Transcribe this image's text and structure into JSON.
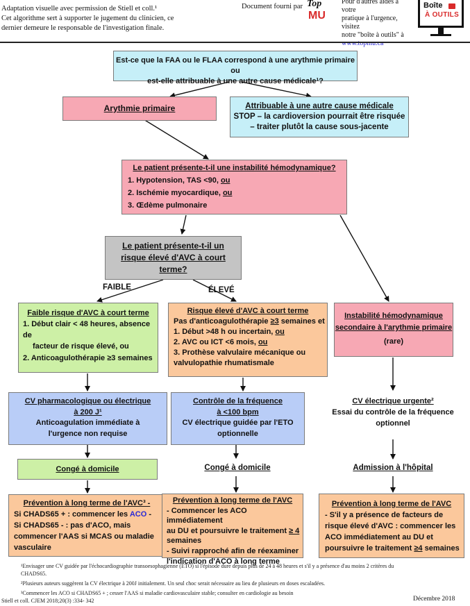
{
  "header": {
    "note_lines": [
      "Adaptation visuelle avec permission de Stiell et coll.¹",
      "Cet algorithme sert à supporter le jugement du clinicien, ce",
      "dernier demeure le responsable de l'investigation finale."
    ],
    "document_label": "Document fourni par",
    "logo_top": "Top",
    "logo_bottom": "MU",
    "promo_lines": [
      "Pour d'autres aides à votre",
      "pratique à l'urgence, visitez",
      "notre \"boîte à outils\" à"
    ],
    "promo_url": "www.topmu.ca",
    "toolbox_line1": "Boîte",
    "toolbox_line2": "À OUTILS"
  },
  "question": {
    "line1": "Est-ce que la FAA ou le FLAA correspond à une arythmie primaire ou",
    "line2": "est-elle attribuable à une autre cause médicale¹?"
  },
  "primary": {
    "title": "Arythmie primaire"
  },
  "other_cause": {
    "title": "Attribuable à une autre cause médicale",
    "line1": "STOP – la cardioversion pourrait être risquée",
    "line2": "– traiter plutôt la cause sous-jacente"
  },
  "instability": {
    "title": "Le patient présente-t-il une instabilité hémodynamique?",
    "items": [
      {
        "text": "1. Hypotension, TAS <90, ",
        "conj": "ou"
      },
      {
        "text": "2. Ischémie myocardique, ",
        "conj": "ou"
      },
      {
        "text": "3. Œdème pulmonaire",
        "conj": ""
      }
    ]
  },
  "stroke_question": {
    "line1": "Le patient présente-t-il un",
    "line2": "risque élevé d'AVC à court",
    "line3": "terme?"
  },
  "labels": {
    "low": "FAIBLE",
    "high": "ÉLEVÉ"
  },
  "low_risk": {
    "title": "Faible risque d'AVC à court terme",
    "line1": "1. Début clair < 48 heures, absence de",
    "line2": "facteur de risque élevé, ou",
    "line3": "2.  Anticoagulothérapie ≥3  semaines"
  },
  "high_risk": {
    "title": "Risque élevé d'AVC à court terme",
    "intro_a": "Pas d'anticoagulothérapie ",
    "intro_b": "≥3",
    "intro_c": " semaines et",
    "items": [
      {
        "text": "1. Début >48 h ou incertain, ",
        "conj": "ou"
      },
      {
        "text": "2. AVC ou ICT <6 mois, ",
        "conj": "ou"
      },
      {
        "text": "3. Prothèse valvulaire mécanique ou",
        "conj": ""
      }
    ],
    "last_line": "valvulopathie rhumatismale"
  },
  "secondary_instability": {
    "title_line1": "Instabilité hémodynamique",
    "title_line2": "secondaire à l'arythmie primaire",
    "note": "(rare)"
  },
  "cv_pharma": {
    "title": "CV pharmacologique ou électrique",
    "line2": "à 200 J¹",
    "line3": "Anticoagulation immédiate à",
    "line4": "l'urgence  non requise"
  },
  "rate_control": {
    "title": "Contrôle de la fréquence",
    "line2": "à <100 bpm",
    "line3": "CV électrique guidée par l'ETO",
    "line4": "optionnelle"
  },
  "urgent_cv": {
    "title": "CV électrique urgente²",
    "line2": "Essai du contrôle de la fréquence",
    "line3": "optionnel"
  },
  "home_left": {
    "label": "Congé à domicile"
  },
  "home_mid": {
    "label": "Congé à domicile"
  },
  "admission": {
    "label": "Admission à l'hôpital"
  },
  "prevention_left": {
    "title": "Prévention à long terme de l'AVC³ -",
    "line1a": "Si CHADS65 + : commencer les ",
    "line1b": "ACO",
    "line1c": " -",
    "line2": "Si CHADS65 - : pas d'ACO, mais",
    "line3": "commencer l'AAS si MCAS ou maladie",
    "line4": "vasculaire"
  },
  "prevention_mid": {
    "title": "Prévention à long terme de l'AVC",
    "line1": "- Commencer les ACO immédiatement",
    "line2a": "au DU et poursuivre le traitement ",
    "line2b": "≥ 4",
    "line3": "semaines",
    "line4": "- Suivi rapproché afin de réexaminer",
    "line5": "l'indication d'ACO à long terme"
  },
  "prevention_right": {
    "title": "Prévention à long terme de l'AVC",
    "line1": "- S'il y a présence de facteurs de",
    "line2": "risque élevé d'AVC : commencer les",
    "line3": "ACO immédiatement au DU et",
    "line4a": "poursuivre le traitement ",
    "line4b": "≥4",
    "line4c": " semaines"
  },
  "footnotes": [
    "¹Envisager une CV guidée par l'échocardiographie transoesophagienne (ETO) si l'épisode dure depuis plus de 24 à 48 heures et s'il y a présence d'au moins 2 critères du",
    "CHADS65.",
    "²Plusieurs auteurs suggèrent la CV électrique à 200J initialement. Un seul choc serait nécessaire au lieu de plusieurs en doses escaladées.",
    "³Commencer les ACO si CHADS65 + ; cesser l'AAS si maladie cardiovasculaire stable; consulter en cardiologie au besoin"
  ],
  "citation": "Stiell et coll. CJEM 2018;20(3) :334- 342",
  "date": "Décembre 2018",
  "colors": {
    "cyan": "#c6eff8",
    "pink": "#f7a8b4",
    "gray": "#c4c4c4",
    "green": "#cdf0a6",
    "orange": "#fbc89c",
    "blue": "#b9cdf7",
    "brand_red": "#d92b2b"
  }
}
